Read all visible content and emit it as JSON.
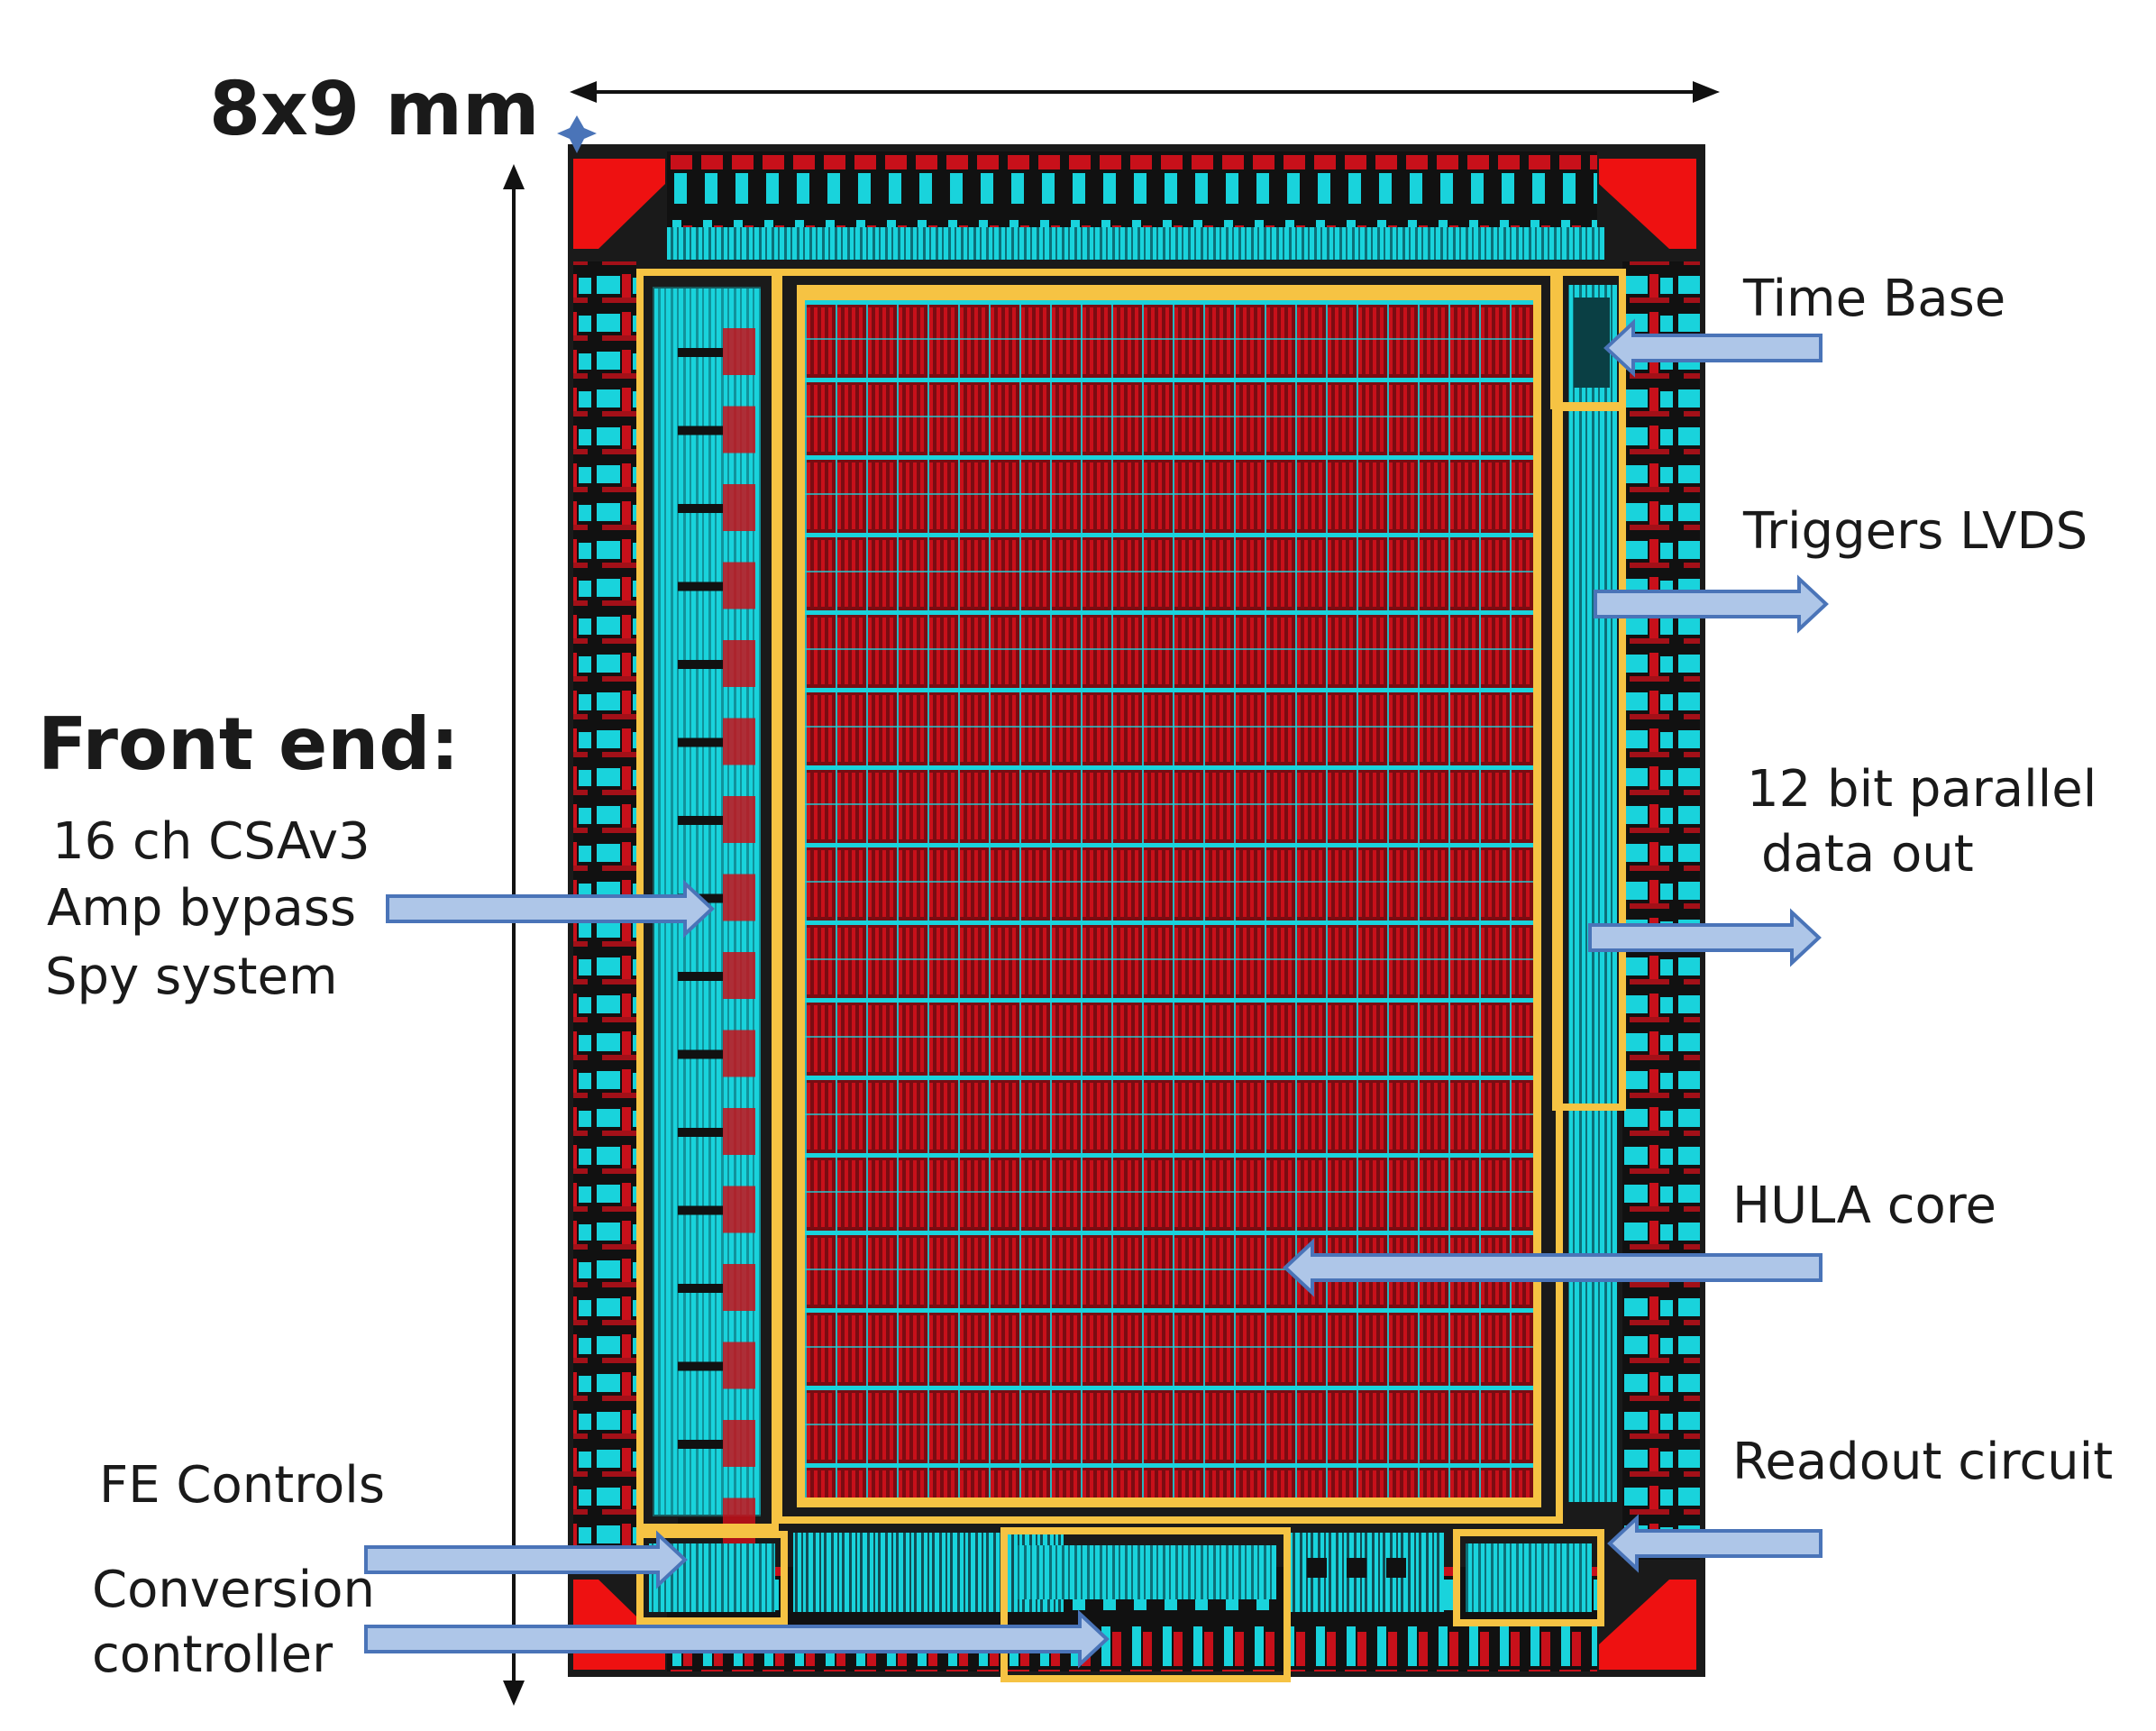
{
  "dimension_label": "8x9 mm",
  "front_end": {
    "heading": "Front end:",
    "line1": "16 ch CSAv3",
    "line2": "Amp bypass",
    "line3": "Spy system"
  },
  "labels": {
    "time_base": "Time Base",
    "triggers": "Triggers LVDS",
    "parallel_line1": "12 bit parallel",
    "parallel_line2": "data out",
    "hula_core": "HULA core",
    "readout": "Readout circuit",
    "fe_controls": "FE Controls",
    "conversion_line1": "Conversion",
    "conversion_line2": "controller"
  },
  "colors": {
    "die_background": "#1a1a1a",
    "metal_cyan": "#19d3dc",
    "metal_red": "#c8101a",
    "corner_red": "#ee1111",
    "block_outline": "#f6c343",
    "arrow_fill": "#aec6e8",
    "arrow_stroke": "#4a74b8"
  }
}
